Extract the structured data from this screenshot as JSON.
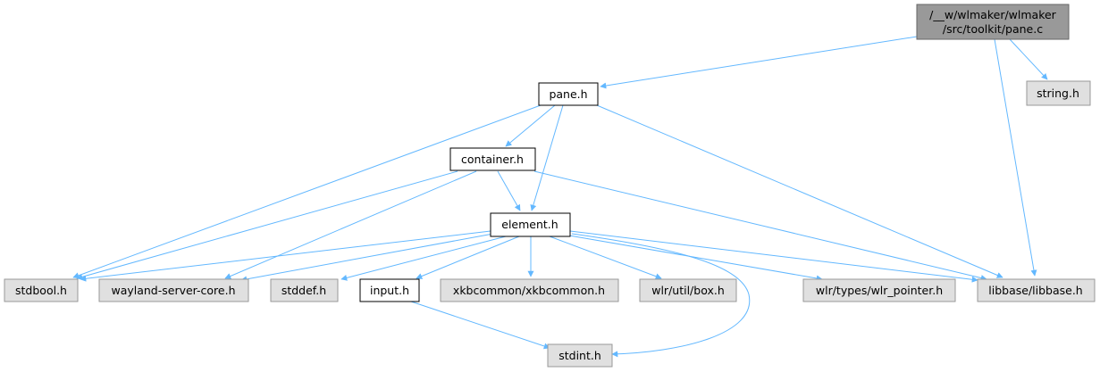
{
  "colors": {
    "edge": "#63b8ff",
    "root_fill": "#999999",
    "root_border": "#666666",
    "local_fill": "#ffffff",
    "local_border": "#000000",
    "system_fill": "#e0e0e0",
    "system_border": "#999999"
  },
  "nodes": {
    "pane_c": {
      "line1": "/__w/wlmaker/wlmaker",
      "line2": "/src/toolkit/pane.c"
    },
    "pane_h": {
      "label": "pane.h"
    },
    "string_h": {
      "label": "string.h"
    },
    "container_h": {
      "label": "container.h"
    },
    "element_h": {
      "label": "element.h"
    },
    "stdbool_h": {
      "label": "stdbool.h"
    },
    "wayland_server_core_h": {
      "label": "wayland-server-core.h"
    },
    "stddef_h": {
      "label": "stddef.h"
    },
    "input_h": {
      "label": "input.h"
    },
    "xkbcommon_h": {
      "label": "xkbcommon/xkbcommon.h"
    },
    "box_h": {
      "label": "wlr/util/box.h"
    },
    "wlr_pointer_h": {
      "label": "wlr/types/wlr_pointer.h"
    },
    "libbase_h": {
      "label": "libbase/libbase.h"
    },
    "stdint_h": {
      "label": "stdint.h"
    }
  },
  "edges": [
    {
      "from": "pane_c",
      "to": "pane_h"
    },
    {
      "from": "pane_c",
      "to": "string_h"
    },
    {
      "from": "pane_c",
      "to": "libbase_h"
    },
    {
      "from": "pane_h",
      "to": "container_h"
    },
    {
      "from": "pane_h",
      "to": "element_h"
    },
    {
      "from": "pane_h",
      "to": "stdbool_h"
    },
    {
      "from": "pane_h",
      "to": "libbase_h"
    },
    {
      "from": "container_h",
      "to": "element_h"
    },
    {
      "from": "container_h",
      "to": "stdbool_h"
    },
    {
      "from": "container_h",
      "to": "wayland_server_core_h"
    },
    {
      "from": "container_h",
      "to": "libbase_h"
    },
    {
      "from": "element_h",
      "to": "stdbool_h"
    },
    {
      "from": "element_h",
      "to": "wayland_server_core_h"
    },
    {
      "from": "element_h",
      "to": "stddef_h"
    },
    {
      "from": "element_h",
      "to": "input_h"
    },
    {
      "from": "element_h",
      "to": "xkbcommon_h"
    },
    {
      "from": "element_h",
      "to": "box_h"
    },
    {
      "from": "element_h",
      "to": "wlr_pointer_h"
    },
    {
      "from": "element_h",
      "to": "libbase_h"
    },
    {
      "from": "element_h",
      "to": "stdint_h"
    },
    {
      "from": "input_h",
      "to": "stdint_h"
    }
  ]
}
